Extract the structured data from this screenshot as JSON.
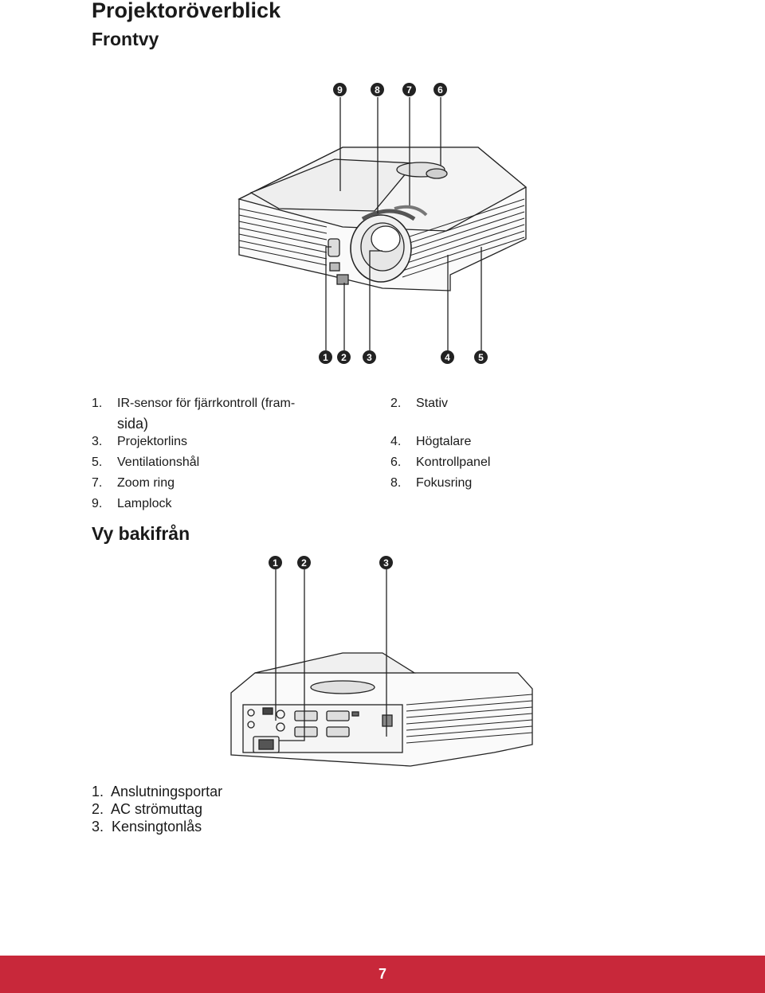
{
  "title": "Projektoröverblick",
  "front": {
    "heading": "Frontvy",
    "callouts_top": [
      "9",
      "8",
      "7",
      "6"
    ],
    "callouts_bottom": [
      "1",
      "2",
      "3",
      "4",
      "5"
    ],
    "items": [
      {
        "num": "1.",
        "label": "IR-sensor för fjärrkontroll (fram-",
        "label2": "sida)"
      },
      {
        "num": "2.",
        "label": "Stativ"
      },
      {
        "num": "3.",
        "label": "Projektorlins"
      },
      {
        "num": "4.",
        "label": "Högtalare"
      },
      {
        "num": "5.",
        "label": "Ventilationshål"
      },
      {
        "num": "6.",
        "label": "Kontrollpanel"
      },
      {
        "num": "7.",
        "label": "Zoom ring"
      },
      {
        "num": "8.",
        "label": "Fokusring"
      },
      {
        "num": "9.",
        "label": "Lamplock"
      }
    ]
  },
  "rear": {
    "heading": "Vy bakifrån",
    "callouts": [
      "1",
      "2",
      "3"
    ],
    "items": [
      {
        "num": "1.",
        "label": "Anslutningsportar"
      },
      {
        "num": "2.",
        "label": "AC strömuttag"
      },
      {
        "num": "3.",
        "label": "Kensingtonlås"
      }
    ]
  },
  "page_number": "7",
  "colors": {
    "footer": "#c8283a",
    "text": "#1a1a1a"
  }
}
